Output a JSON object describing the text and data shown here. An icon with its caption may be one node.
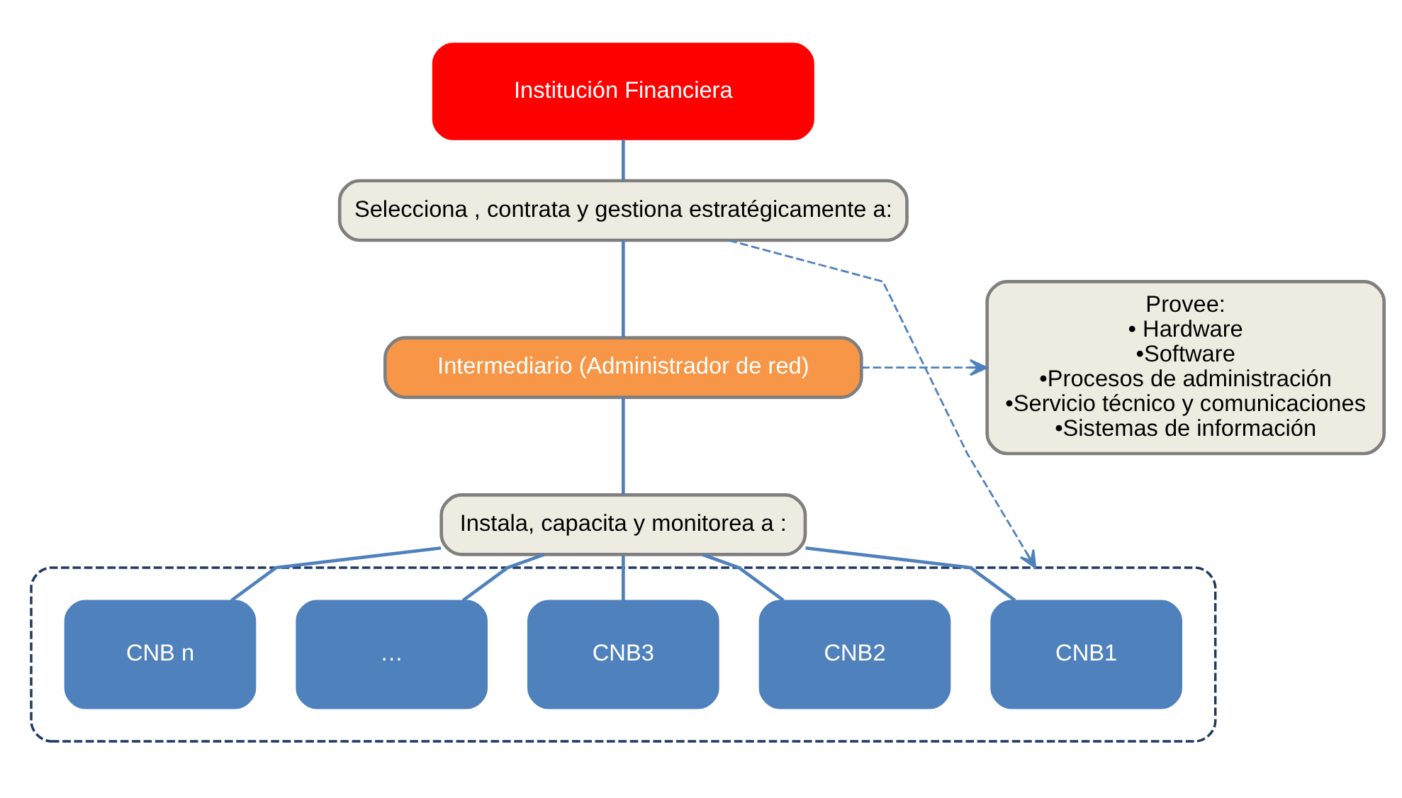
{
  "diagram": {
    "nodes": [
      {
        "text": [
          "Institución Financiera"
        ]
      },
      {
        "text": [
          "Selecciona , contrata y gestiona estratégicamente a:"
        ]
      },
      {
        "text": [
          "Intermediario (Administrador de red)"
        ]
      },
      {
        "text": [
          "Instala, capacita y monitorea a :"
        ]
      },
      {
        "text": [],
        "shape": "box"
      },
      {
        "text": [
          "CNB1"
        ],
        "in": 4
      },
      {
        "text": [
          "CNB2"
        ],
        "in": 4
      },
      {
        "text": [
          "CNB3"
        ],
        "in": 4
      },
      {
        "text": [
          "…"
        ],
        "in": 4
      },
      {
        "text": [
          "CNB n"
        ],
        "in": 4
      },
      {
        "text": [
          "Provee:",
          "• Hardware",
          "•Software",
          "•Procesos de administración",
          "•Servicio técnico y comunicaciones",
          "•Sistemas de información"
        ]
      }
    ],
    "edges": [
      {
        "from": 0,
        "to": 1,
        "arrow": "none"
      },
      {
        "from": 1,
        "to": 2,
        "arrow": "none"
      },
      {
        "from": 2,
        "to": 3,
        "arrow": "none"
      },
      {
        "from": 3,
        "to": 5,
        "arrow": "none"
      },
      {
        "from": 3,
        "to": 6,
        "arrow": "none"
      },
      {
        "from": 3,
        "to": 7,
        "arrow": "none"
      },
      {
        "from": 3,
        "to": 8,
        "arrow": "none"
      },
      {
        "from": 3,
        "to": 9,
        "arrow": "none"
      },
      {
        "from": 1,
        "to": 4,
        "arrow": "to",
        "style": "dashed"
      },
      {
        "from": 2,
        "to": 10,
        "arrow": "to",
        "style": "dashed"
      }
    ]
  }
}
